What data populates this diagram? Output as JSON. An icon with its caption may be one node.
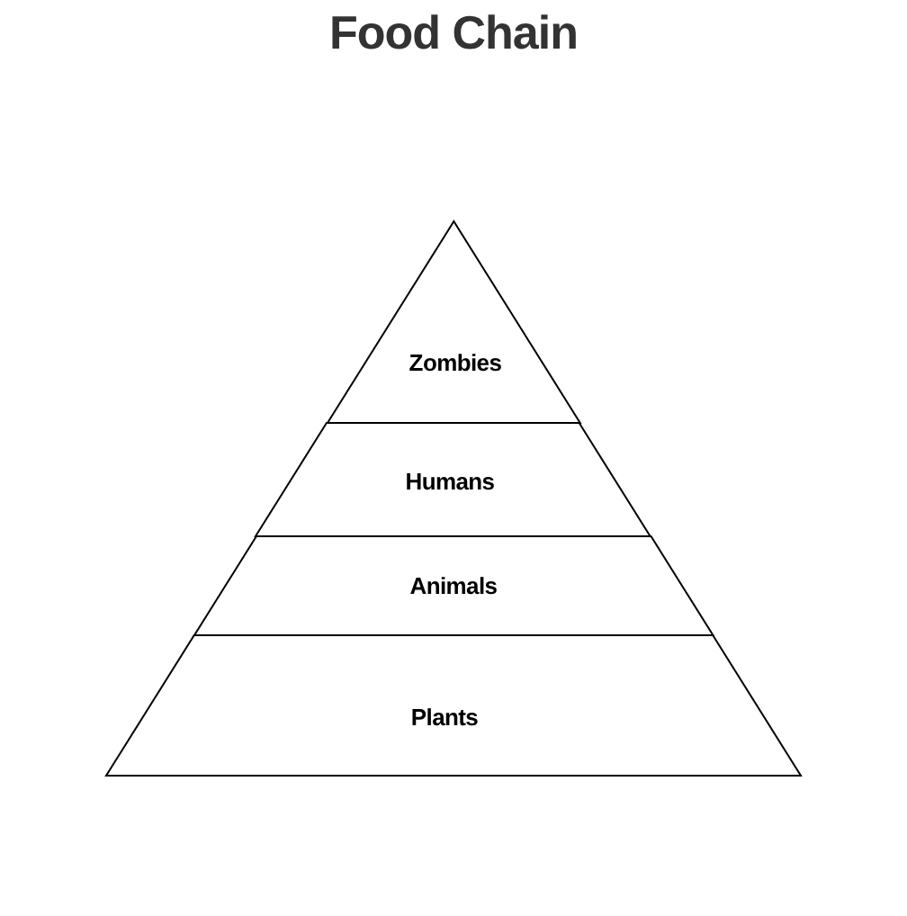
{
  "diagram": {
    "title": "Food Chain",
    "nodes": [
      {
        "text": [
          "Zombies"
        ]
      },
      {
        "text": [
          "Humans"
        ]
      },
      {
        "text": [
          "Animals"
        ]
      },
      {
        "text": [
          "Plants"
        ]
      }
    ]
  }
}
